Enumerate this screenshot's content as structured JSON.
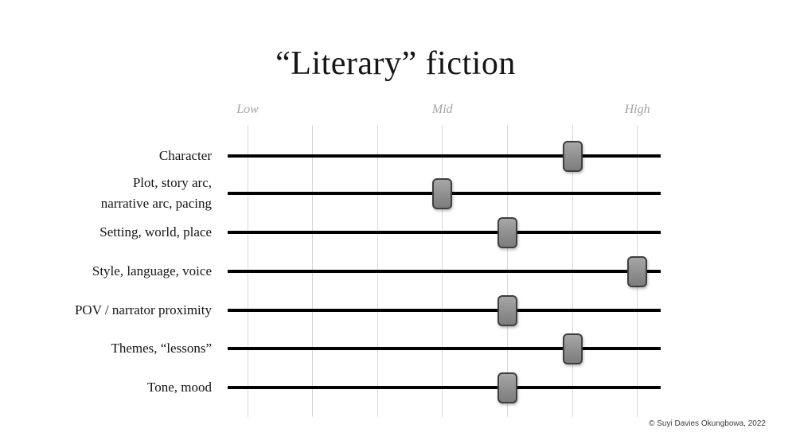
{
  "title": "“Literary” fiction",
  "footer": {
    "copyright": "© Suyi Davies Okungbowa, 2022"
  },
  "chart_data": {
    "type": "scatter",
    "variant": "horizontal-slider-scale",
    "title": "“Literary” fiction",
    "axis": {
      "tick_labels": [
        "Low",
        "Mid",
        "High"
      ],
      "tick_label_positions": [
        0,
        3,
        6
      ],
      "gridline_count": 7,
      "range": [
        0,
        6
      ],
      "grid": true,
      "legend": "none"
    },
    "categories": [
      "Character",
      "Plot, story arc, narrative arc, pacing",
      "Setting, world, place",
      "Style, language, voice",
      "POV / narrator proximity",
      "Themes, “lessons”",
      "Tone, mood"
    ],
    "rows": [
      {
        "label_lines": [
          "Character"
        ],
        "value": 5,
        "level": "between Mid and High"
      },
      {
        "label_lines": [
          "Plot, story arc,",
          "narrative arc, pacing"
        ],
        "value": 3,
        "level": "Mid"
      },
      {
        "label_lines": [
          "Setting, world, place"
        ],
        "value": 4,
        "level": "just above Mid"
      },
      {
        "label_lines": [
          "Style, language, voice"
        ],
        "value": 6,
        "level": "High"
      },
      {
        "label_lines": [
          "POV / narrator proximity"
        ],
        "value": 4,
        "level": "just above Mid"
      },
      {
        "label_lines": [
          "Themes, “lessons”"
        ],
        "value": 5,
        "level": "between Mid and High"
      },
      {
        "label_lines": [
          "Tone, mood"
        ],
        "value": 4,
        "level": "just above Mid"
      }
    ],
    "colors": {
      "track": "#000000",
      "thumb_fill": "#8e8e8e",
      "thumb_border": "#3f3f3f",
      "gridline": "#d8d8d8",
      "axis_label": "#a2a2a2",
      "text": "#161616"
    }
  }
}
